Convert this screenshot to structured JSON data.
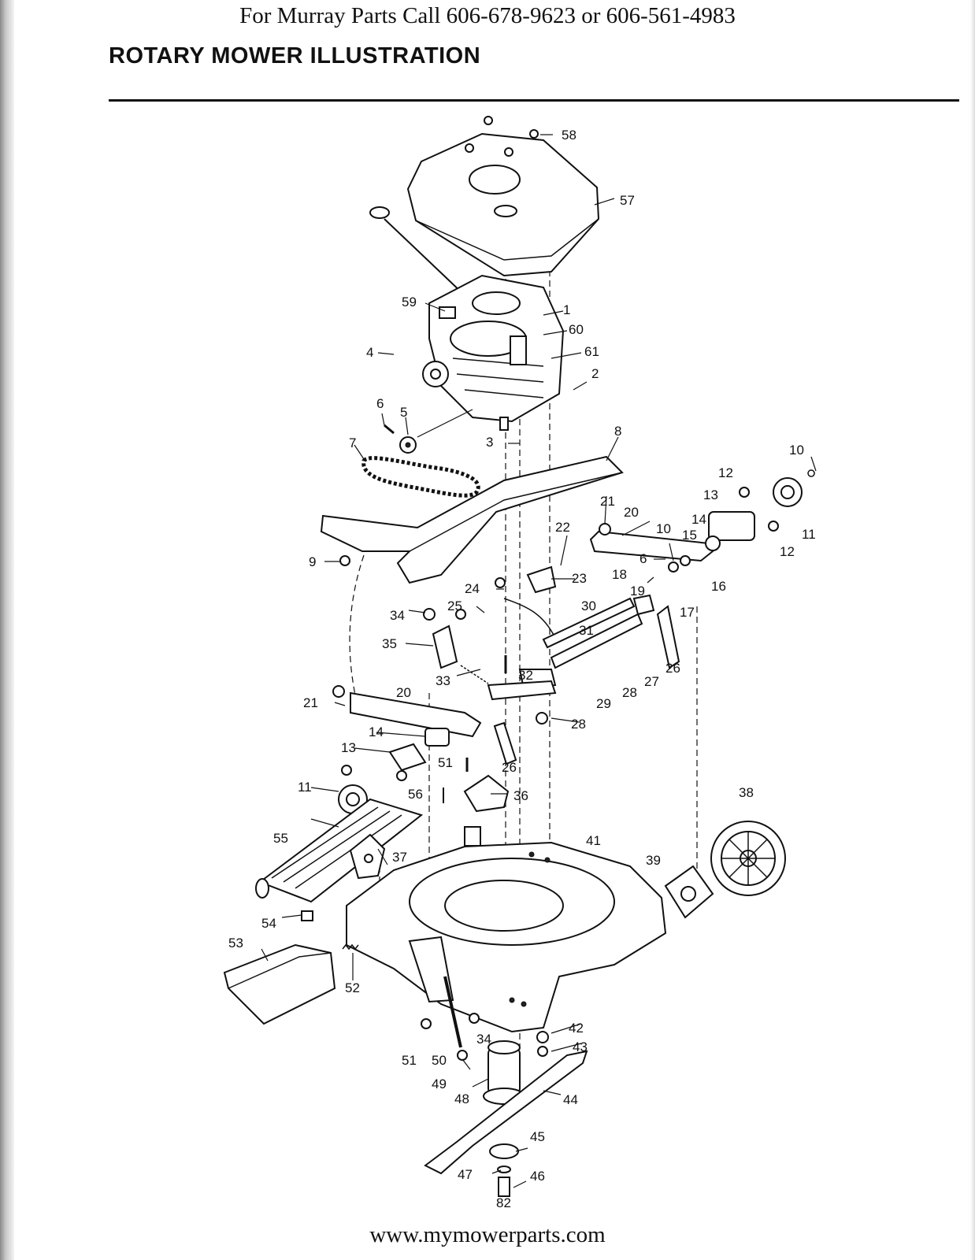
{
  "header": {
    "parts_phone_line": "For Murray Parts Call 606-678-9623 or 606-561-4983"
  },
  "title": "ROTARY MOWER ILLUSTRATION",
  "footer": {
    "website": "www.mymowerparts.com"
  },
  "callouts": [
    {
      "id": "c58",
      "text": "58"
    },
    {
      "id": "c57",
      "text": "57"
    },
    {
      "id": "c59",
      "text": "59"
    },
    {
      "id": "c1",
      "text": "1"
    },
    {
      "id": "c60",
      "text": "60"
    },
    {
      "id": "c61",
      "text": "61"
    },
    {
      "id": "c4",
      "text": "4"
    },
    {
      "id": "c2",
      "text": "2"
    },
    {
      "id": "c6a",
      "text": "6"
    },
    {
      "id": "c5",
      "text": "5"
    },
    {
      "id": "c3",
      "text": "3"
    },
    {
      "id": "c7",
      "text": "7"
    },
    {
      "id": "c8",
      "text": "8"
    },
    {
      "id": "c10a",
      "text": "10"
    },
    {
      "id": "c12a",
      "text": "12"
    },
    {
      "id": "c13a",
      "text": "13"
    },
    {
      "id": "c11a",
      "text": "11"
    },
    {
      "id": "c12b",
      "text": "12"
    },
    {
      "id": "c21a",
      "text": "21"
    },
    {
      "id": "c20a",
      "text": "20"
    },
    {
      "id": "c14a",
      "text": "14"
    },
    {
      "id": "c10b",
      "text": "10"
    },
    {
      "id": "c15",
      "text": "15"
    },
    {
      "id": "c22",
      "text": "22"
    },
    {
      "id": "c6b",
      "text": "6"
    },
    {
      "id": "c16",
      "text": "16"
    },
    {
      "id": "c9",
      "text": "9"
    },
    {
      "id": "c18",
      "text": "18"
    },
    {
      "id": "c23",
      "text": "23"
    },
    {
      "id": "c24",
      "text": "24"
    },
    {
      "id": "c19",
      "text": "19"
    },
    {
      "id": "c17",
      "text": "17"
    },
    {
      "id": "c25",
      "text": "25"
    },
    {
      "id": "c30",
      "text": "30"
    },
    {
      "id": "c34a",
      "text": "34"
    },
    {
      "id": "c31",
      "text": "31"
    },
    {
      "id": "c35",
      "text": "35"
    },
    {
      "id": "c26a",
      "text": "26"
    },
    {
      "id": "c32",
      "text": "32"
    },
    {
      "id": "c27",
      "text": "27"
    },
    {
      "id": "c33",
      "text": "33"
    },
    {
      "id": "c28a",
      "text": "28"
    },
    {
      "id": "c29",
      "text": "29"
    },
    {
      "id": "c20b",
      "text": "20"
    },
    {
      "id": "c21b",
      "text": "21"
    },
    {
      "id": "c28b",
      "text": "28"
    },
    {
      "id": "c14b",
      "text": "14"
    },
    {
      "id": "c13b",
      "text": "13"
    },
    {
      "id": "c51a",
      "text": "51"
    },
    {
      "id": "c26b",
      "text": "26"
    },
    {
      "id": "c11b",
      "text": "11"
    },
    {
      "id": "c56",
      "text": "56"
    },
    {
      "id": "c36",
      "text": "36"
    },
    {
      "id": "c38",
      "text": "38"
    },
    {
      "id": "c55",
      "text": "55"
    },
    {
      "id": "c41",
      "text": "41"
    },
    {
      "id": "c37",
      "text": "37"
    },
    {
      "id": "c39",
      "text": "39"
    },
    {
      "id": "c54",
      "text": "54"
    },
    {
      "id": "c53",
      "text": "53"
    },
    {
      "id": "c52",
      "text": "52"
    },
    {
      "id": "c42",
      "text": "42"
    },
    {
      "id": "c34b",
      "text": "34"
    },
    {
      "id": "c43",
      "text": "43"
    },
    {
      "id": "c51b",
      "text": "51"
    },
    {
      "id": "c50",
      "text": "50"
    },
    {
      "id": "c49",
      "text": "49"
    },
    {
      "id": "c48",
      "text": "48"
    },
    {
      "id": "c44",
      "text": "44"
    },
    {
      "id": "c45",
      "text": "45"
    },
    {
      "id": "c47",
      "text": "47"
    },
    {
      "id": "c46",
      "text": "46"
    },
    {
      "id": "c82",
      "text": "82"
    }
  ]
}
